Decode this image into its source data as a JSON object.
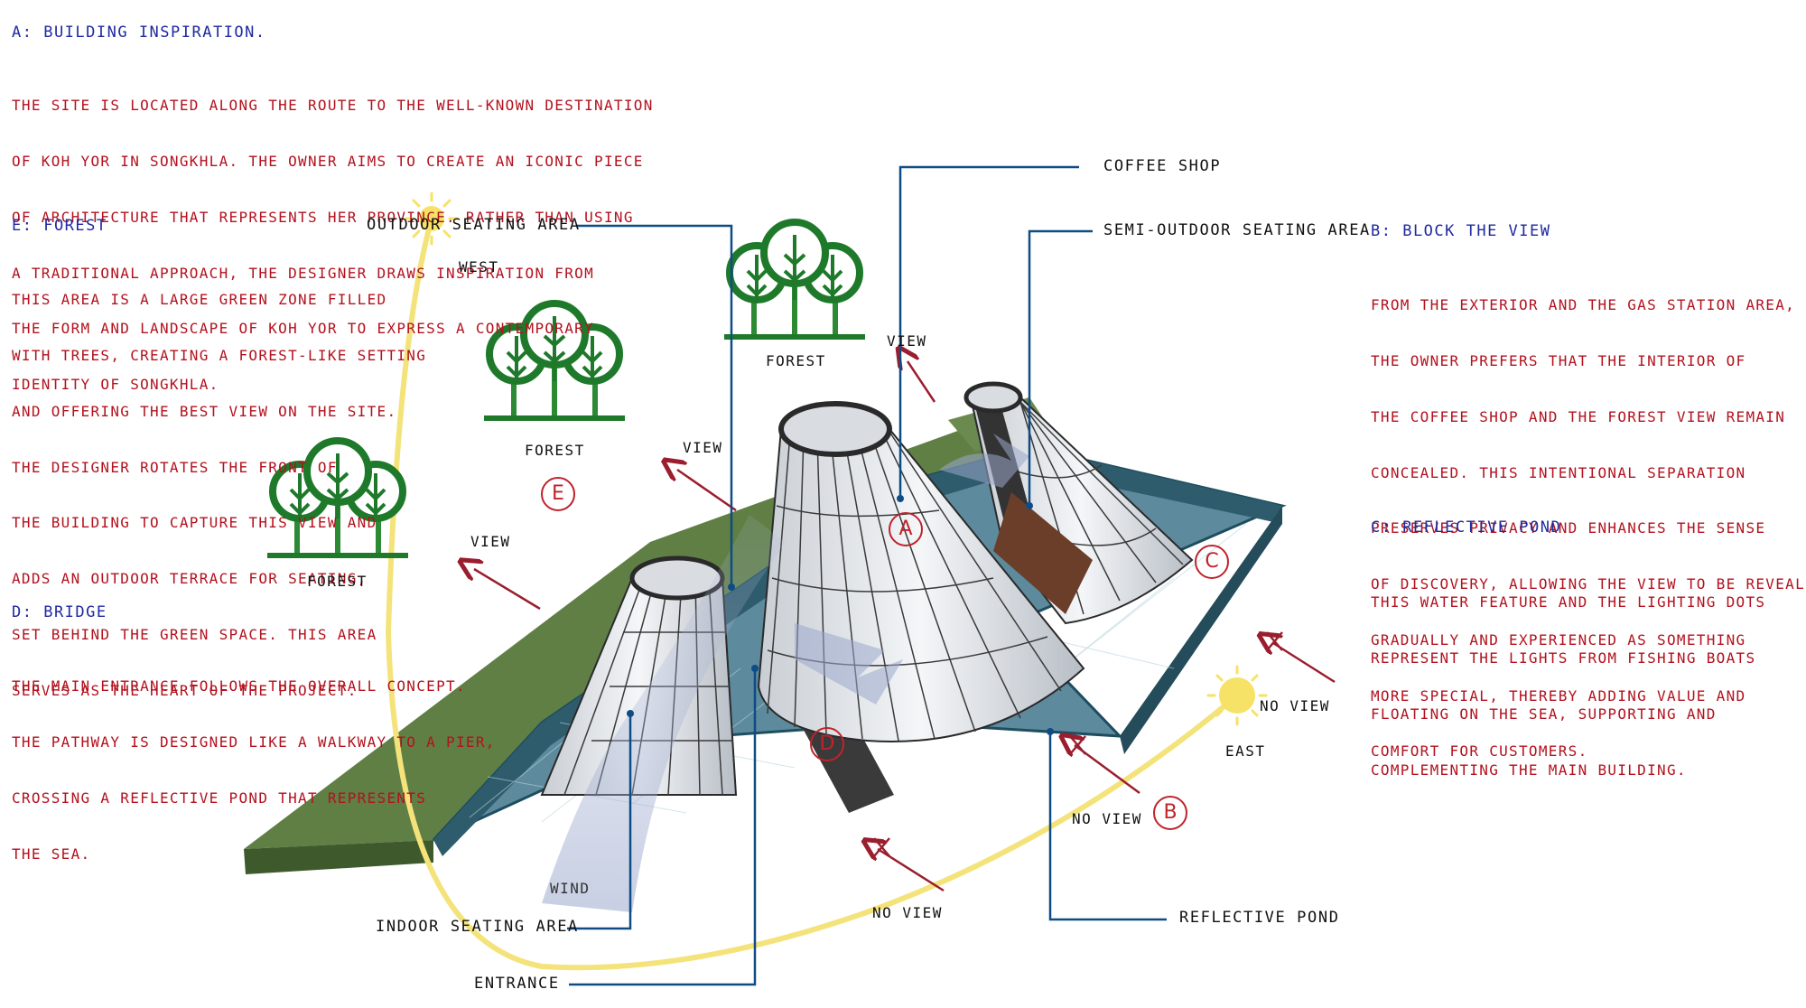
{
  "sections": {
    "inspiration": {
      "heading": "A: BUILDING INSPIRATION.",
      "lines": [
        "THE SITE IS LOCATED ALONG THE ROUTE TO THE WELL-KNOWN DESTINATION",
        "OF KOH YOR IN SONGKHLA. THE OWNER AIMS TO CREATE AN ICONIC PIECE",
        "OF ARCHITECTURE THAT REPRESENTS HER PROVINCE. RATHER THAN USING",
        "A TRADITIONAL APPROACH, THE DESIGNER DRAWS INSPIRATION FROM",
        "THE FORM AND LANDSCAPE OF KOH YOR TO EXPRESS A CONTEMPORARY",
        "IDENTITY OF SONGKHLA."
      ]
    },
    "forest": {
      "heading": "E: FOREST",
      "lines": [
        "THIS AREA IS A LARGE GREEN ZONE FILLED",
        "WITH TREES, CREATING A FOREST-LIKE SETTING",
        "AND OFFERING THE BEST VIEW ON THE SITE.",
        "THE DESIGNER ROTATES THE FRONT OF",
        "THE BUILDING TO CAPTURE THIS VIEW AND",
        "ADDS AN OUTDOOR TERRACE FOR SEATING,",
        "SET BEHIND THE GREEN SPACE. THIS AREA",
        "SERVES AS THE HEART OF THE PROJECT."
      ]
    },
    "bridge": {
      "heading": "D: BRIDGE",
      "lines": [
        "THE MAIN ENTRANCE FOLLOWS THE OVERALL CONCEPT.",
        "THE PATHWAY IS DESIGNED LIKE A WALKWAY TO A PIER,",
        "CROSSING A REFLECTIVE POND THAT REPRESENTS",
        "THE SEA."
      ]
    },
    "block_view": {
      "heading": "B: BLOCK THE VIEW",
      "lines": [
        "FROM THE EXTERIOR AND THE GAS STATION AREA,",
        "THE OWNER PREFERS THAT THE INTERIOR OF",
        "THE COFFEE SHOP AND THE FOREST VIEW REMAIN",
        "CONCEALED. THIS INTENTIONAL SEPARATION",
        "PRESERVES PRIVACY AND ENHANCES THE SENSE",
        "OF DISCOVERY, ALLOWING THE VIEW TO BE REVEALED",
        "GRADUALLY AND EXPERIENCED AS SOMETHING",
        "MORE SPECIAL, THEREBY ADDING VALUE AND",
        "COMFORT FOR CUSTOMERS."
      ]
    },
    "pond": {
      "heading": "C: REFLECTIVE POND",
      "lines": [
        "THIS WATER FEATURE AND THE LIGHTING DOTS",
        "REPRESENT THE LIGHTS FROM FISHING BOATS",
        "FLOATING ON THE SEA, SUPPORTING AND",
        "COMPLEMENTING THE MAIN BUILDING."
      ]
    }
  },
  "labels": {
    "coffee_shop": "COFFEE SHOP",
    "semi_outdoor": "SEMI-OUTDOOR SEATING AREA",
    "outdoor_seating": "OUTDOOR SEATING AREA",
    "indoor_seating": "INDOOR SEATING AREA",
    "entrance": "ENTRANCE",
    "reflective_pond": "REFLECTIVE POND",
    "west": "WEST",
    "east": "EAST",
    "wind": "WIND",
    "forest": "FOREST",
    "view": "VIEW",
    "no_view": "NO VIEW"
  },
  "zones": {
    "a": "A",
    "b": "B",
    "c": "C",
    "d": "D",
    "e": "E"
  },
  "colors": {
    "heading": "#1f2aa0",
    "paragraph": "#b3121e",
    "leader": "#0f4c86",
    "arrow": "#9a1e2e",
    "sun_path": "#f4e37a",
    "sun": "#f6e266",
    "tree": "#1e7a2a",
    "grass": "#5f7f45",
    "water": "#3e6e80"
  }
}
